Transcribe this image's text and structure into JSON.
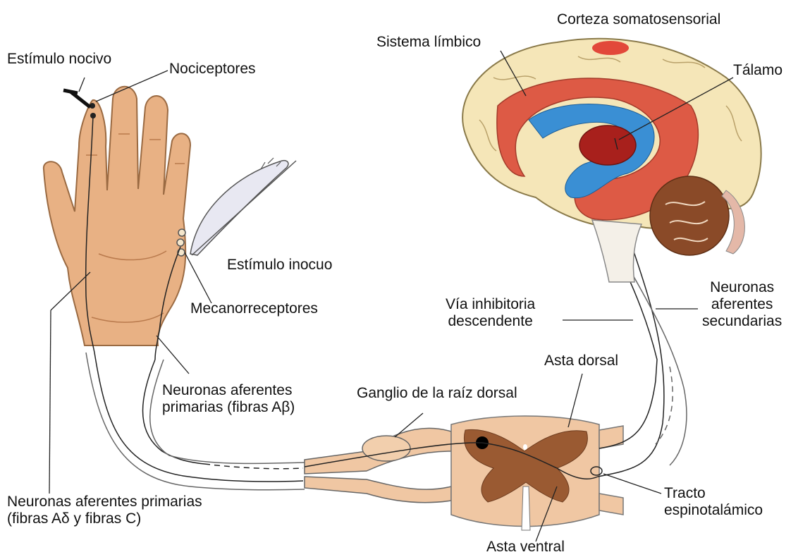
{
  "labels": {
    "noxious_stimulus": "Estímulo nocivo",
    "nociceptors": "Nociceptores",
    "innocuous_stimulus": "Estímulo inocuo",
    "mechanoreceptors": "Mecanorreceptores",
    "primary_afferent_abeta_line1": "Neuronas aferentes",
    "primary_afferent_abeta_line2": "primarias (fibras Aβ)",
    "primary_afferent_adelta_line1": "Neuronas aferentes primarias",
    "primary_afferent_adelta_line2": "(fibras Aδ y fibras C)",
    "somatosensory_cortex": "Corteza somatosensorial",
    "limbic_system": "Sistema límbico",
    "thalamus": "Tálamo",
    "descending_inhibitory_line1": "Vía inhibitoria",
    "descending_inhibitory_line2": "descendente",
    "secondary_afferent_line1": "Neuronas",
    "secondary_afferent_line2": "aferentes",
    "secondary_afferent_line3": "secundarias",
    "dorsal_horn": "Asta dorsal",
    "dorsal_root_ganglion": "Ganglio de la raíz dorsal",
    "spinothalamic_tract_line1": "Tracto",
    "spinothalamic_tract_line2": "espinotalámico",
    "ventral_horn": "Asta ventral"
  },
  "colors": {
    "skin": "#e8b184",
    "skin_dark": "#b97a4d",
    "cortex": "#f5e6b8",
    "limbic": "#dd5a45",
    "thalamus": "#a8201c",
    "ventricle": "#3a8fd4",
    "cerebellum": "#8a4a28",
    "spinal_cord": "#f0c7a3",
    "gray_matter": "#9a5a32"
  }
}
